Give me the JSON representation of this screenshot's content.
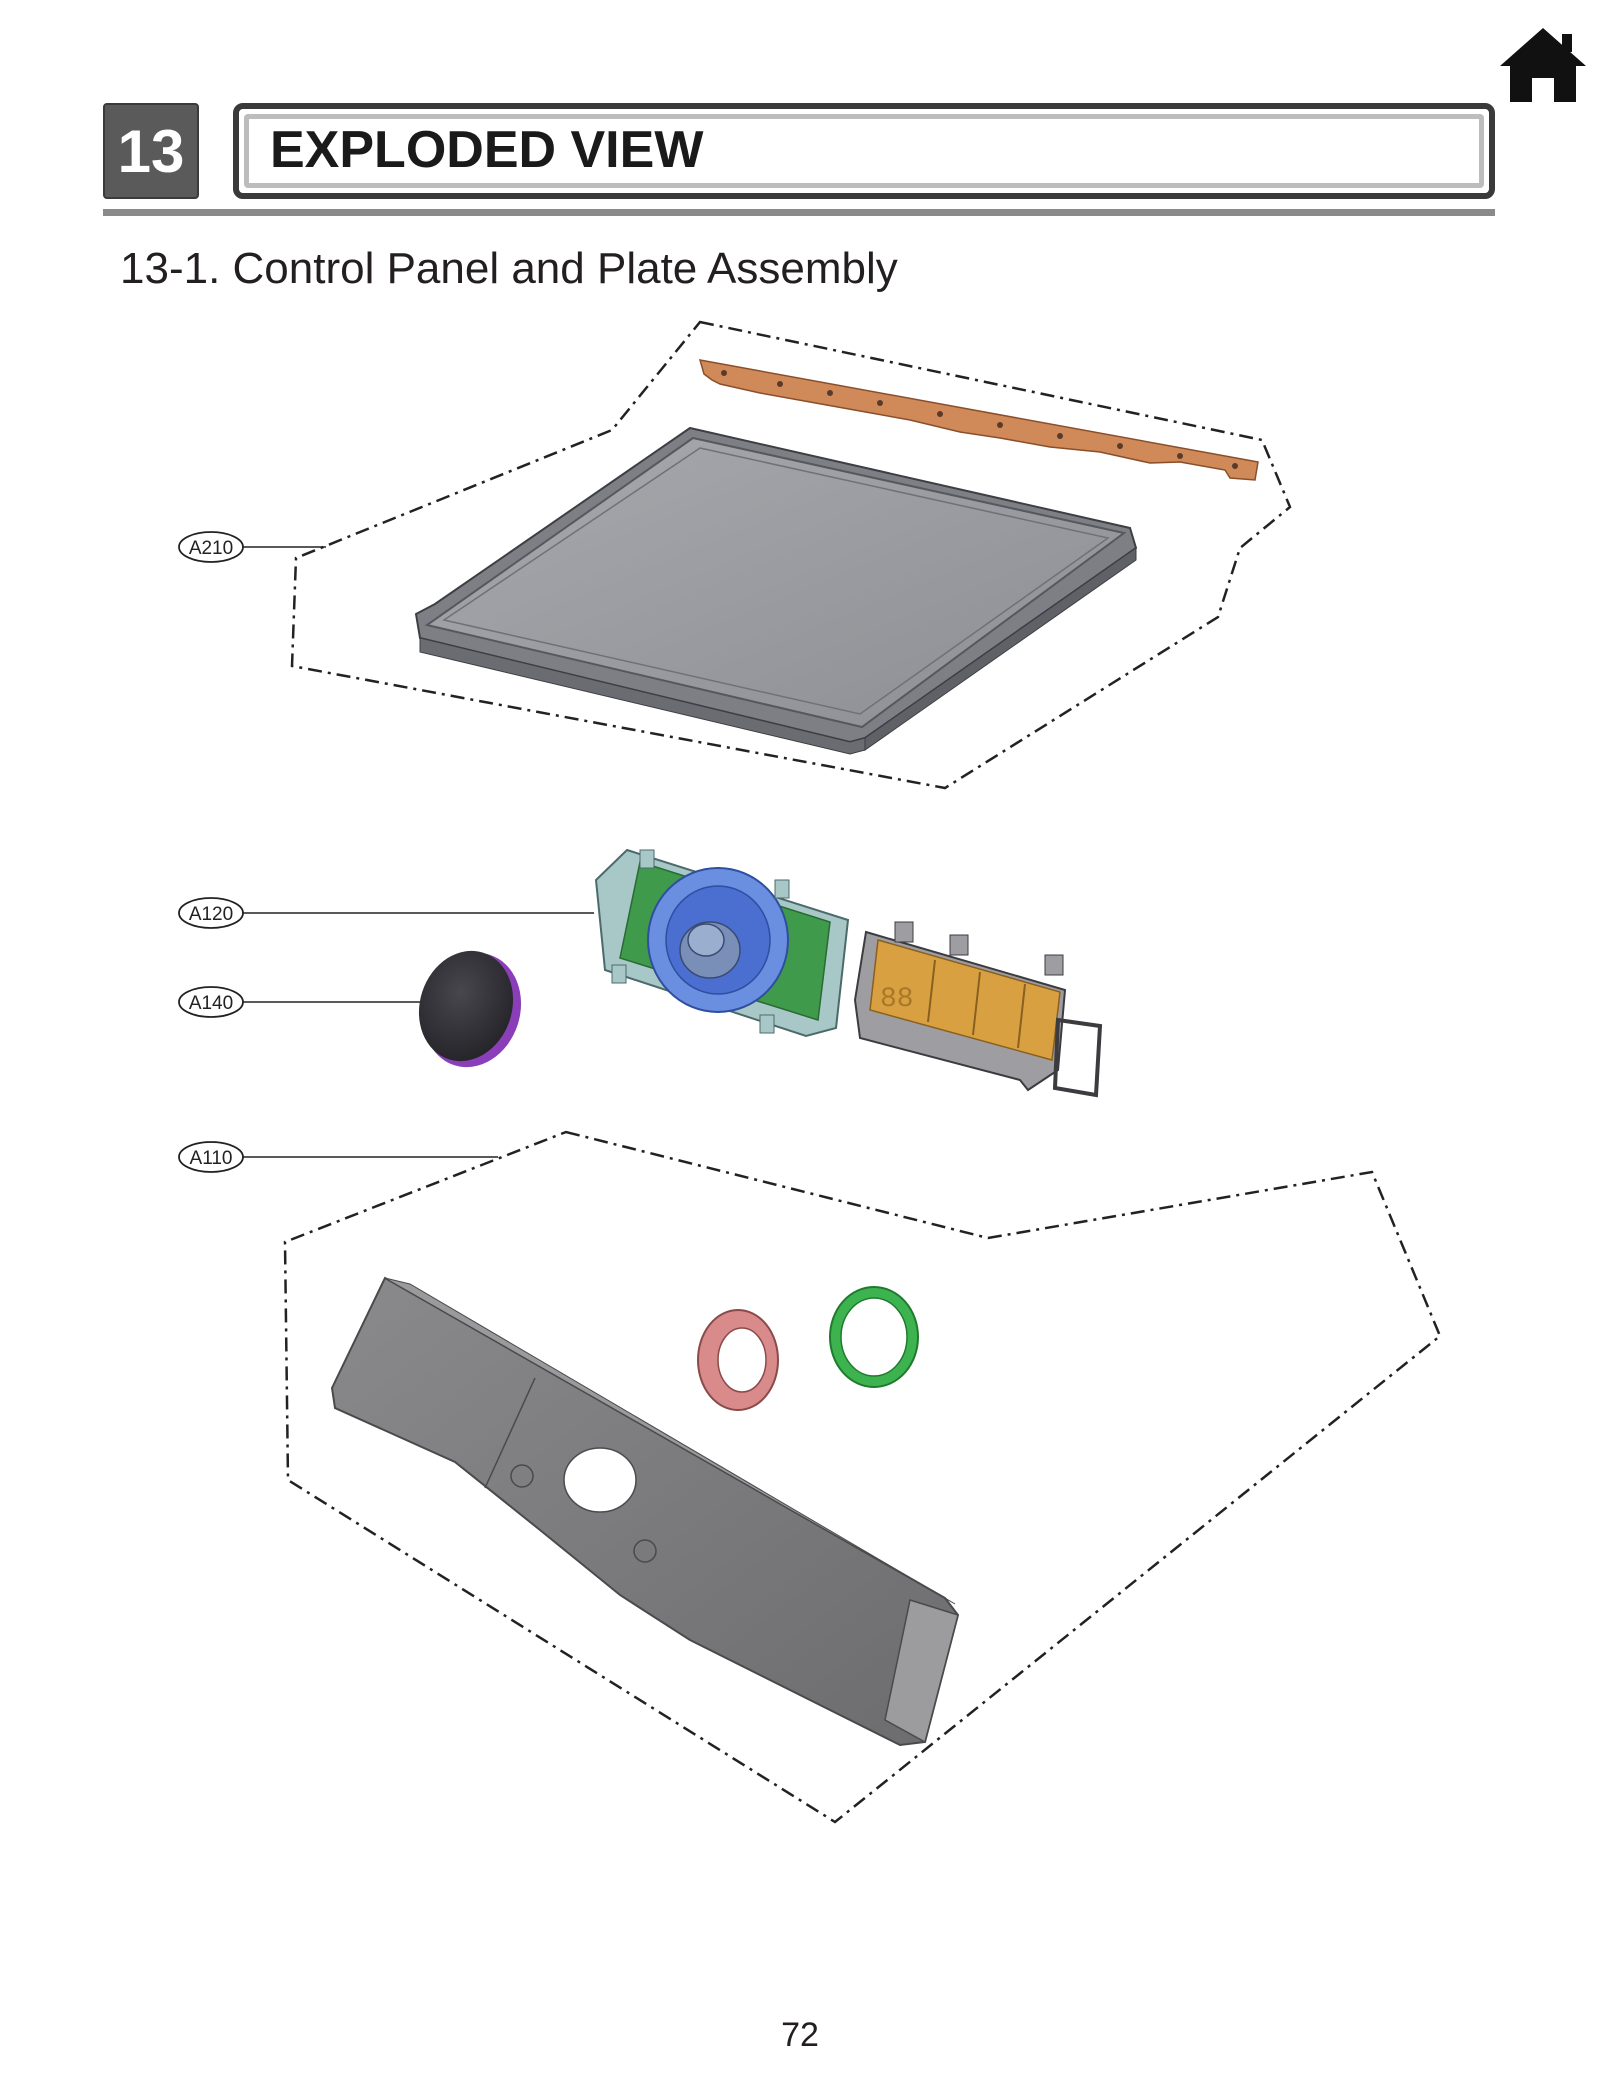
{
  "header": {
    "section_number": "13",
    "section_title": "EXPLODED VIEW",
    "home_icon": "home-icon"
  },
  "subsection_title": "13-1. Control Panel and Plate Assembly",
  "diagram": {
    "callouts": [
      {
        "id": "a210",
        "label": "A210"
      },
      {
        "id": "a120",
        "label": "A120"
      },
      {
        "id": "a140",
        "label": "A140"
      },
      {
        "id": "a110",
        "label": "A110"
      }
    ],
    "display_digits": "88",
    "colors": {
      "plate_frame": "#7d7f84",
      "plate_top": "#9a9ca1",
      "copper_strip": "#d08a5a",
      "pcb_green": "#3f9a4c",
      "knob_blue": "#4a6fd0",
      "knob_dark": "#2e2d33",
      "knob_rim": "#8a3fb8",
      "display_amber": "#d8a040",
      "ring_red": "#d98a8a",
      "ring_green": "#3db34f",
      "panel_gray": "#7a7a7c"
    }
  },
  "footer": {
    "page_number": "72"
  }
}
